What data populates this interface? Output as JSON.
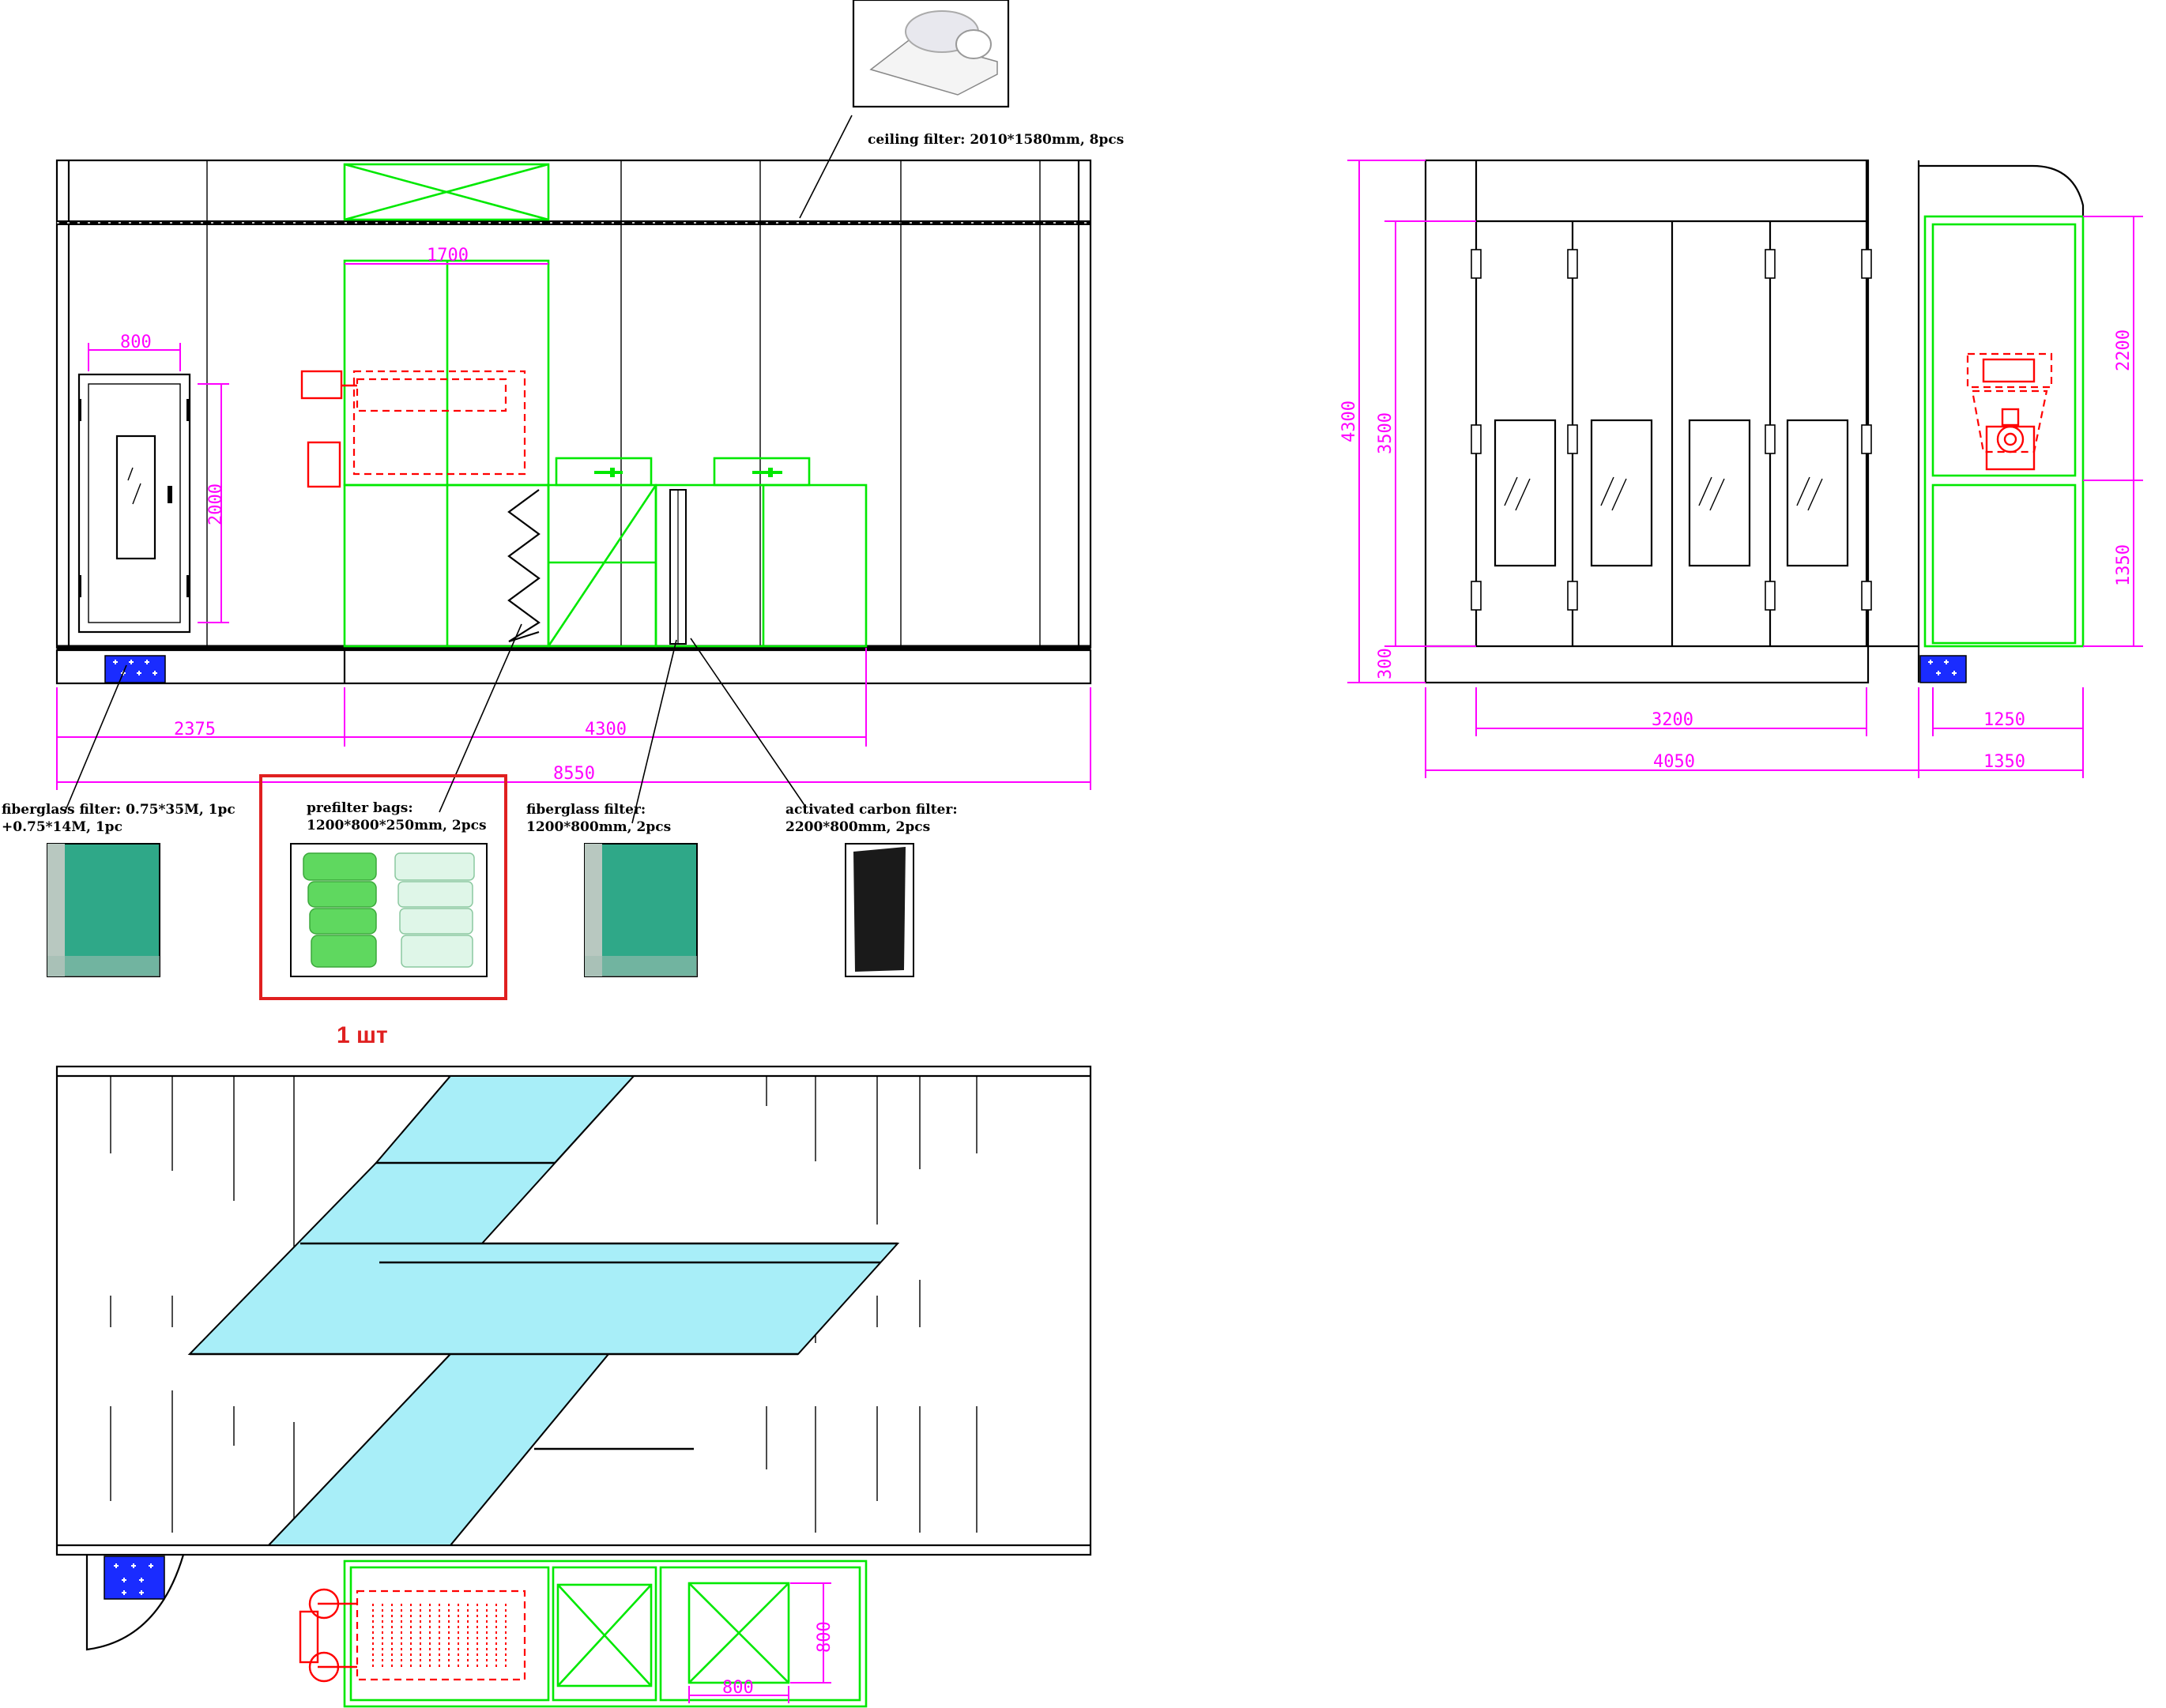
{
  "labels": {
    "ceiling": "ceiling filter: 2010*1580mm, 8pcs",
    "fiberglass1_l1": "fiberglass filter: 0.75*35M, 1pc",
    "fiberglass1_l2": "+0.75*14M, 1pc",
    "prefilter_l1": "prefilter bags:",
    "prefilter_l2": "1200*800*250mm, 2pcs",
    "fiberglass2_l1": "fiberglass filter:",
    "fiberglass2_l2": "1200*800mm, 2pcs",
    "carbon_l1": "activated carbon filter:",
    "carbon_l2": "2200*800mm, 2pcs",
    "quantity": "1 шт"
  },
  "dims": {
    "d1700": "1700",
    "d800": "800",
    "d2000": "2000",
    "d2375": "2375",
    "d4300": "4300",
    "d8550": "8550",
    "d3200": "3200",
    "d4050": "4050",
    "d1250": "1250",
    "d1350": "1350",
    "v4300": "4300",
    "v3500": "3500",
    "v300": "300",
    "v2200": "2200",
    "v1350": "1350",
    "p800h": "800",
    "p800v": "800"
  },
  "colors": {
    "outline": "#000000",
    "filter_unit": "#00e800",
    "burner": "#ff0000",
    "dimension": "#ff00ff",
    "grating": "#a8eef8",
    "highlight": "#e02020"
  }
}
